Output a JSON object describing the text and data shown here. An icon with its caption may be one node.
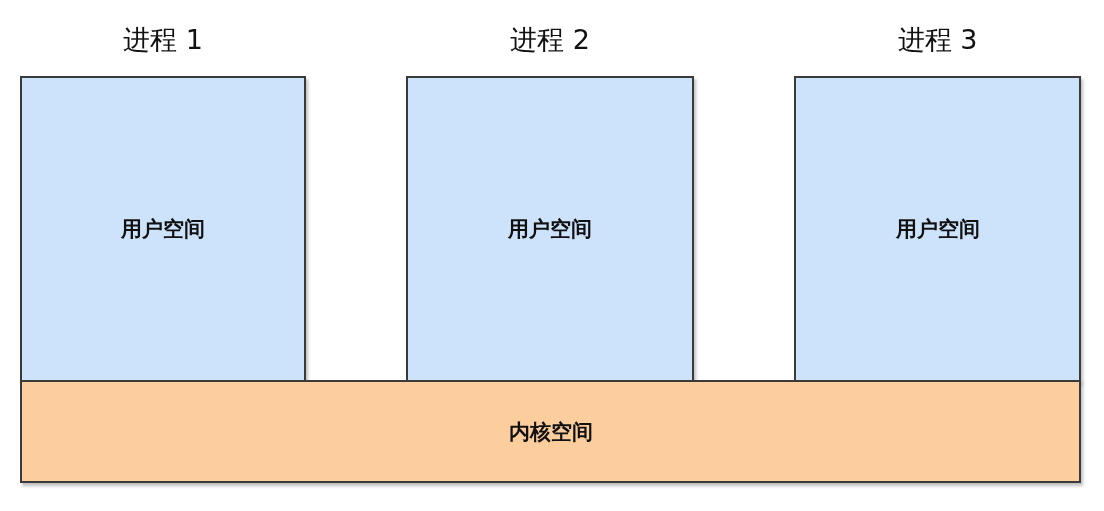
{
  "diagram": {
    "nodes": [
      {
        "text": [
          "进程 1",
          "用户空间"
        ]
      },
      {
        "text": [
          "进程 2",
          "用户空间"
        ]
      },
      {
        "text": [
          "进程 3",
          "用户空间"
        ]
      },
      {
        "text": [
          "内核空间"
        ]
      }
    ]
  }
}
